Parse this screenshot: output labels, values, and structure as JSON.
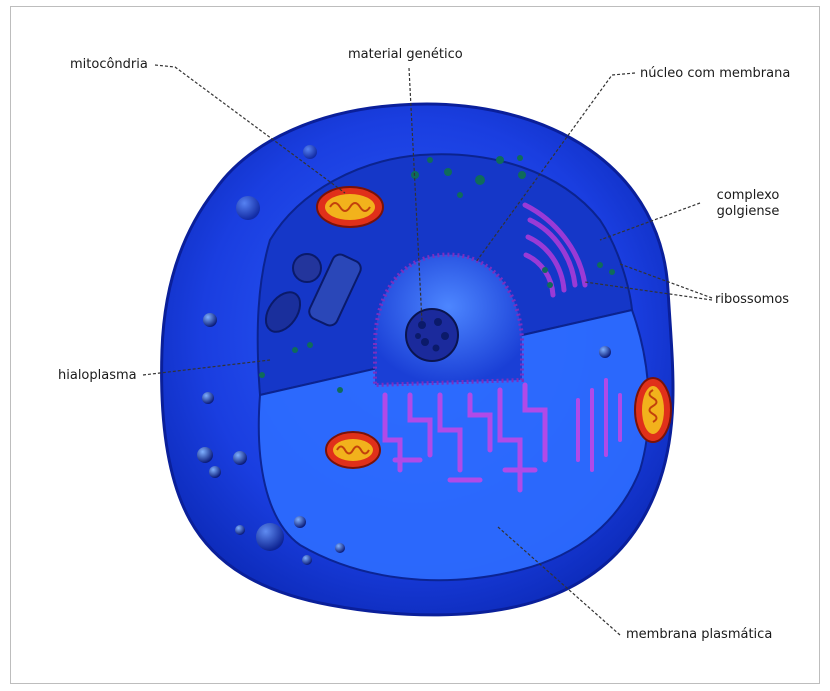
{
  "labels": {
    "mitocondria": "mitocôndria",
    "material_genetico": "material genético",
    "nucleo": "núcleo com membrana",
    "complexo_line1": "complexo",
    "complexo_line2": "golgiense",
    "ribossomos": "ribossomos",
    "hialoplasma": "hialoplasma",
    "membrana": "membrana plasmática"
  },
  "colors": {
    "cytoplasm_dark": "#0a1fa8",
    "cytoplasm": "#1d49e8",
    "cytoplasm_light": "#3f78ff",
    "reticulum": "#a040d8",
    "mitochondria_outer": "#e0301a",
    "mitochondria_inner": "#f2b21c",
    "leader_line": "#333333"
  }
}
